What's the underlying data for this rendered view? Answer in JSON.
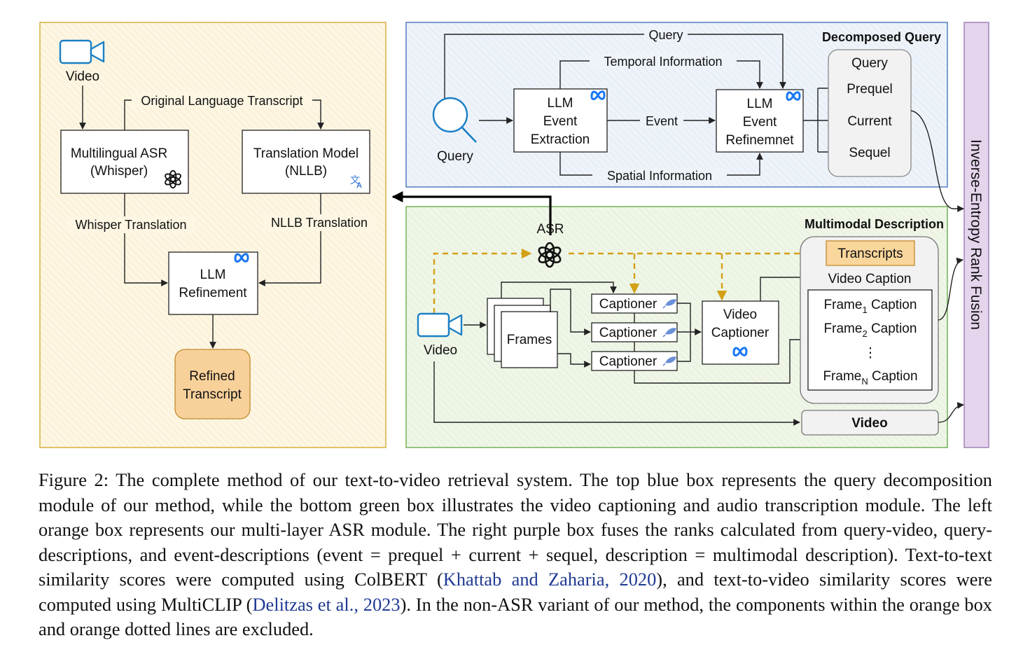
{
  "modules": {
    "asr": {
      "video": "Video",
      "asr_model_line1": "Multilingual ASR",
      "asr_model_line2": "(Whisper)",
      "translation_line1": "Translation Model",
      "translation_line2": "(NLLB)",
      "original_transcript": "Original Language Transcript",
      "whisper_translation": "Whisper Translation",
      "nllb_translation": "NLLB Translation",
      "refinement_line1": "LLM",
      "refinement_line2": "Refinement",
      "refined_line1": "Refined",
      "refined_line2": "Transcript",
      "fill": "#fdf6e3",
      "border": "#d9b44a"
    },
    "decomposed": {
      "title": "Decomposed Query",
      "query_icon_label": "Query",
      "query_edge": "Query",
      "temporal": "Temporal Information",
      "event_edge": "Event",
      "spatial": "Spatial Information",
      "extraction_line1": "LLM",
      "extraction_line2": "Event",
      "extraction_line3": "Extraction",
      "refine_line1": "LLM",
      "refine_line2": "Event",
      "refine_line3": "Refinemnet",
      "out_title": "Query",
      "prequel": "Prequel",
      "current": "Current",
      "sequel": "Sequel",
      "fill": "#eef3fa",
      "border": "#5b85c4"
    },
    "multimodal": {
      "title": "Multimodal Description",
      "asr": "ASR",
      "video": "Video",
      "frames": "Frames",
      "captioner": "Captioner",
      "vc_line1": "Video",
      "vc_line2": "Captioner",
      "transcripts": "Transcripts",
      "video_caption": "Video Caption",
      "frame_word": "Frame",
      "caption_word": "Caption",
      "sub1": "1",
      "sub2": "2",
      "subn": "N",
      "dots": "⋮",
      "video_out": "Video",
      "fill": "#eff6e8",
      "border": "#7bb661"
    },
    "fusion": {
      "title": "Inverse-Entropy Rank Fusion",
      "fill": "#e4d4ec",
      "border": "#9b7bb3"
    },
    "colors": {
      "asr_dash": "#d4a017",
      "transcripts_fill": "#f9d69b",
      "refined_fill": "#f8d19a",
      "meta_blue": "#1877f2"
    },
    "icons": [
      "camera-icon",
      "openai-icon",
      "translate-icon",
      "meta-icon",
      "search-icon",
      "feather-icon"
    ]
  },
  "caption": {
    "p1": "Figure 2: The complete method of our text-to-video retrieval system. The top blue box represents the query decomposition module of our method, while the bottom green box illustrates the video captioning and audio transcription module. The left orange box represents our multi-layer ASR module. The right purple box fuses the ranks calculated from query-video, query-descriptions, and event-descriptions (event = prequel + current + sequel, description = multimodal description). Text-to-text similarity scores were computed using ColBERT (",
    "cite1": "Khattab and Zaharia, 2020",
    "p2": "), and text-to-video similarity scores were computed using MultiCLIP (",
    "cite2": "Delitzas et al., 2023",
    "p3": "). In the non-ASR variant of our method, the components within the orange box and orange dotted lines are excluded."
  }
}
